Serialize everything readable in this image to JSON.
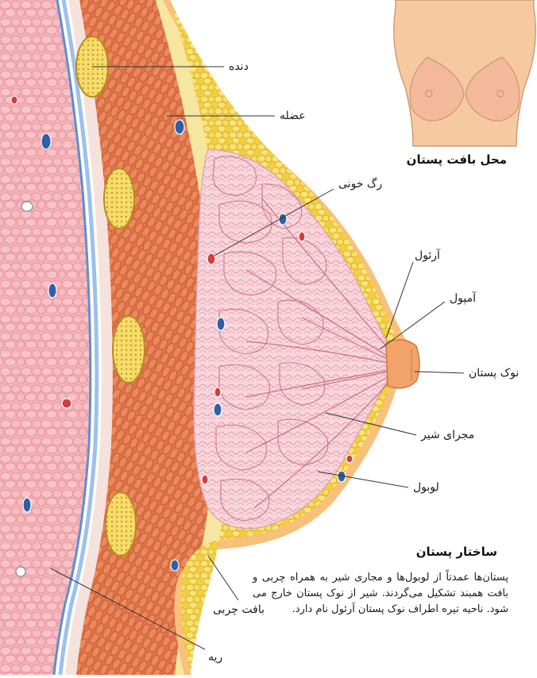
{
  "labels": {
    "rib": "دنده",
    "muscle": "عضله",
    "blood_vessel": "رگ خونی",
    "areola": "آرئول",
    "ampulla": "آمپول",
    "nipple": "نوک پستان",
    "milk_duct": "مجرای شیر",
    "lobule": "لوبول",
    "fat_tissue": "بافت چربی",
    "lung": "ریه"
  },
  "inset_caption": "محل بافت پستان",
  "section_title": "ساختار پستان",
  "description": "پستان‌ها عمدتاً از لوبول‌ها و مجاری شیر به همراه چربی و بافت همبند تشکیل می‌گردند. شیر از نوک پستان خارج می شود. ناحیه تیره اطراف نوک پستان آرئول نام دارد.",
  "colors": {
    "lung": "#f2a7ad",
    "pleura": "#6f9fd6",
    "muscle": "#e0724a",
    "fat": "#f6dc56",
    "gland": "#f7cfd6",
    "skin": "#f8c07a",
    "inset_skin": "#f6c9a0"
  }
}
